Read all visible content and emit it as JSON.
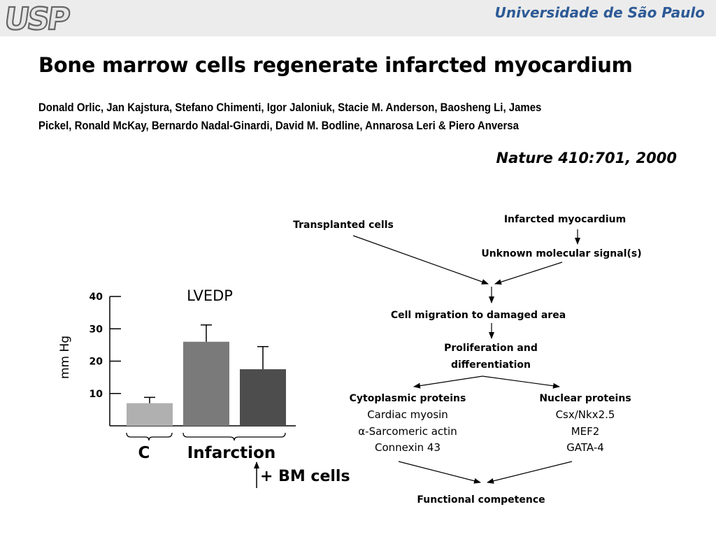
{
  "header": {
    "logo_text": "USP",
    "university": "Universidade de São Paulo"
  },
  "slide": {
    "title": "Bone marrow cells regenerate infarcted myocardium",
    "authors_line1": "Donald Orlic, Jan Kajstura, Stefano Chimenti, Igor Jaloniuk, Stacie M. Anderson, Baosheng Li, James",
    "authors_line2": "Pickel, Ronald McKay, Bernardo Nadal-Ginardi, David M. Bodline, Annarosa Leri & Piero Anversa",
    "citation": "Nature 410:701, 2000"
  },
  "chart_data": {
    "type": "bar",
    "title": "LVEDP",
    "ylabel": "mm Hg",
    "ylim": [
      0,
      40
    ],
    "yticks": [
      10,
      20,
      30,
      40
    ],
    "series": [
      {
        "name": "C",
        "value": 7,
        "error": 1.8,
        "color": "#b0b0b0"
      },
      {
        "name": "Infarction",
        "value": 26,
        "error": 5.2,
        "color": "#7a7a7a"
      },
      {
        "name": "Infarction + BM cells",
        "value": 17.5,
        "error": 7,
        "color": "#4d4d4d"
      }
    ],
    "group_labels": [
      "C",
      "Infarction"
    ],
    "annotation": "+ BM cells"
  },
  "flow": {
    "transplanted": "Transplanted cells",
    "infarcted": "Infarcted myocardium",
    "signal": "Unknown molecular signal(s)",
    "migration": "Cell migration to damaged area",
    "prolif_1": "Proliferation and",
    "prolif_2": "differentiation",
    "cyto_title": "Cytoplasmic proteins",
    "cyto_items": [
      "Cardiac myosin",
      "α-Sarcomeric actin",
      "Connexin 43"
    ],
    "nuc_title": "Nuclear  proteins",
    "nuc_items": [
      "Csx/Nkx2.5",
      "MEF2",
      "GATA-4"
    ],
    "functional": "Functional competence"
  }
}
